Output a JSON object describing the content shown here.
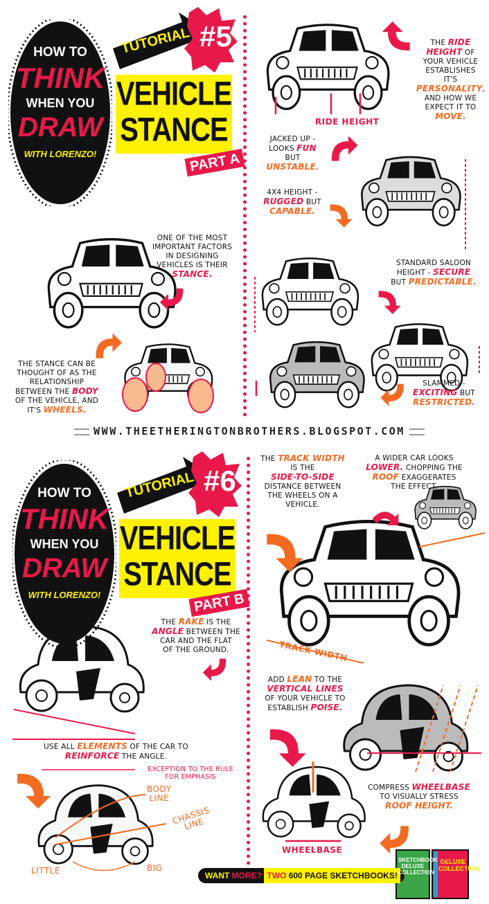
{
  "colors": {
    "k": "#111111",
    "r": "#e8194a",
    "o": "#f26b21",
    "yellow": "#fff200"
  },
  "tutorials": [
    {
      "logo": {
        "how_to": "HOW TO",
        "think": "THINK",
        "when_you": "WHEN YOU",
        "draw": "DRAW",
        "with": "WITH",
        "signature": "LORENZO!"
      },
      "tutorial_label": "TUTORIAL",
      "number": "#5",
      "title_line1": "VEHICLE",
      "title_line2": "STANCE",
      "part": "PART A"
    },
    {
      "logo": {
        "how_to": "HOW TO",
        "think": "THINK",
        "when_you": "WHEN YOU",
        "draw": "DRAW",
        "with": "WITH",
        "signature": "LORENZO!"
      },
      "tutorial_label": "TUTORIAL",
      "number": "#6",
      "title_line1": "VEHICLE",
      "title_line2": "STANCE",
      "part": "PART B"
    }
  ],
  "captions": {
    "important_factors": [
      [
        {
          "t": "One of the most",
          "c": "k"
        }
      ],
      [
        {
          "t": "important factors",
          "c": "k"
        }
      ],
      [
        {
          "t": "in designing",
          "c": "k"
        }
      ],
      [
        {
          "t": "vehicles is their",
          "c": "k"
        }
      ],
      [
        {
          "t": "stance.",
          "c": "r",
          "b": 1
        }
      ]
    ],
    "stance_relationship": [
      [
        {
          "t": "The stance can be",
          "c": "k"
        }
      ],
      [
        {
          "t": "thought of as the",
          "c": "k"
        }
      ],
      [
        {
          "t": "relationship",
          "c": "k"
        }
      ],
      [
        {
          "t": "between the ",
          "c": "k"
        },
        {
          "t": "body",
          "c": "r",
          "b": 1
        }
      ],
      [
        {
          "t": "of the vehicle, and",
          "c": "k"
        }
      ],
      [
        {
          "t": "it's ",
          "c": "k"
        },
        {
          "t": "wheels.",
          "c": "o",
          "b": 1
        }
      ]
    ],
    "ride_height_intro": [
      [
        {
          "t": "The ",
          "c": "k"
        },
        {
          "t": "ride",
          "c": "r",
          "b": 1
        }
      ],
      [
        {
          "t": "height",
          "c": "r",
          "b": 1
        },
        {
          "t": " of",
          "c": "k"
        }
      ],
      [
        {
          "t": "your vehicle",
          "c": "k"
        }
      ],
      [
        {
          "t": "establishes",
          "c": "k"
        }
      ],
      [
        {
          "t": "it's",
          "c": "k"
        }
      ],
      [
        {
          "t": "personality",
          "c": "o",
          "b": 1
        },
        {
          "t": ",",
          "c": "k"
        }
      ],
      [
        {
          "t": "and how we",
          "c": "k"
        }
      ],
      [
        {
          "t": "expect it to",
          "c": "k"
        }
      ],
      [
        {
          "t": "move.",
          "c": "o",
          "b": 1
        }
      ]
    ],
    "jacked_up": [
      [
        {
          "t": "Jacked up -",
          "c": "k"
        }
      ],
      [
        {
          "t": "looks ",
          "c": "k"
        },
        {
          "t": "fun",
          "c": "r",
          "b": 1
        }
      ],
      [
        {
          "t": "but",
          "c": "k"
        }
      ],
      [
        {
          "t": "unstable.",
          "c": "o",
          "b": 1
        }
      ]
    ],
    "four_by_four": [
      [
        {
          "t": "4x4 height -",
          "c": "k"
        }
      ],
      [
        {
          "t": "rugged",
          "c": "r",
          "b": 1
        },
        {
          "t": " but",
          "c": "k"
        }
      ],
      [
        {
          "t": "capable.",
          "c": "o",
          "b": 1
        }
      ]
    ],
    "saloon": [
      [
        {
          "t": "Standard saloon",
          "c": "k"
        }
      ],
      [
        {
          "t": "height - ",
          "c": "k"
        },
        {
          "t": "secure",
          "c": "r",
          "b": 1
        }
      ],
      [
        {
          "t": "but ",
          "c": "k"
        },
        {
          "t": "predictable.",
          "c": "o",
          "b": 1
        }
      ]
    ],
    "slammed": [
      [
        {
          "t": "Slammed -",
          "c": "k"
        }
      ],
      [
        {
          "t": "exciting",
          "c": "r",
          "b": 1
        },
        {
          "t": " but",
          "c": "k"
        }
      ],
      [
        {
          "t": "restricted.",
          "c": "o",
          "b": 1
        }
      ]
    ],
    "rake": [
      [
        {
          "t": "The ",
          "c": "k"
        },
        {
          "t": "rake",
          "c": "o",
          "b": 1
        },
        {
          "t": " is the",
          "c": "k"
        }
      ],
      [
        {
          "t": "angle",
          "c": "r",
          "b": 1
        },
        {
          "t": " between the",
          "c": "k"
        }
      ],
      [
        {
          "t": "car and the flat",
          "c": "k"
        }
      ],
      [
        {
          "t": "of the ground.",
          "c": "k"
        }
      ]
    ],
    "elements": [
      [
        {
          "t": "Use all ",
          "c": "k"
        },
        {
          "t": "elements",
          "c": "o",
          "b": 1
        },
        {
          "t": " of the car to",
          "c": "k"
        }
      ],
      [
        {
          "t": "reinforce",
          "c": "r",
          "b": 1
        },
        {
          "t": " the angle.",
          "c": "k"
        }
      ]
    ],
    "exception": [
      [
        {
          "t": "Exception to the rule",
          "c": "r"
        }
      ],
      [
        {
          "t": "for emphasis",
          "c": "r"
        }
      ]
    ],
    "track_width": [
      [
        {
          "t": "The ",
          "c": "k"
        },
        {
          "t": "track width",
          "c": "o",
          "b": 1
        }
      ],
      [
        {
          "t": "is the",
          "c": "k"
        }
      ],
      [
        {
          "t": "side-to-side",
          "c": "r",
          "b": 1
        }
      ],
      [
        {
          "t": "distance between",
          "c": "k"
        }
      ],
      [
        {
          "t": "the wheels on a",
          "c": "k"
        }
      ],
      [
        {
          "t": "vehicle.",
          "c": "k"
        }
      ]
    ],
    "wider_car": [
      [
        {
          "t": "A wider car looks",
          "c": "k"
        }
      ],
      [
        {
          "t": "lower.",
          "c": "r",
          "b": 1
        },
        {
          "t": " Chopping the",
          "c": "k"
        }
      ],
      [
        {
          "t": "roof",
          "c": "o",
          "b": 1
        },
        {
          "t": " exaggerates",
          "c": "k"
        }
      ],
      [
        {
          "t": "the effect.",
          "c": "k"
        }
      ]
    ],
    "lean": [
      [
        {
          "t": "Add ",
          "c": "k"
        },
        {
          "t": "lean",
          "c": "o",
          "b": 1
        },
        {
          "t": " to the",
          "c": "k"
        }
      ],
      [
        {
          "t": "vertical lines",
          "c": "r",
          "b": 1
        }
      ],
      [
        {
          "t": "of your vehicle to",
          "c": "k"
        }
      ],
      [
        {
          "t": "establish ",
          "c": "k"
        },
        {
          "t": "poise.",
          "c": "r",
          "b": 1
        }
      ]
    ],
    "wheelbase": [
      [
        {
          "t": "Compress ",
          "c": "k"
        },
        {
          "t": "wheelbase",
          "c": "r",
          "b": 1
        }
      ],
      [
        {
          "t": "to visually stress",
          "c": "k"
        }
      ],
      [
        {
          "t": "roof height.",
          "c": "o",
          "b": 1
        }
      ]
    ]
  },
  "labels": {
    "ride_height": "RIDE HEIGHT",
    "track_width": "TRACK WIDTH",
    "wheelbase": "WHEELBASE",
    "body_line_1": "BODY",
    "body_line_2": "LINE",
    "chassis_line_1": "CHASSIS",
    "chassis_line_2": "LINE",
    "little": "LITTLE",
    "big": "BIG"
  },
  "url": "WWW.THEETHERINGTONBROTHERS.BLOGSPOT.COM",
  "promo": {
    "want": "WANT",
    "more": "MORE?",
    "two": "TWO",
    "rest": "600 PAGE SKETCHBOOKS!",
    "book1": "SKETCHBOOK DELUXE COLLECTION",
    "book2": "DELUXE COLLECTION"
  }
}
